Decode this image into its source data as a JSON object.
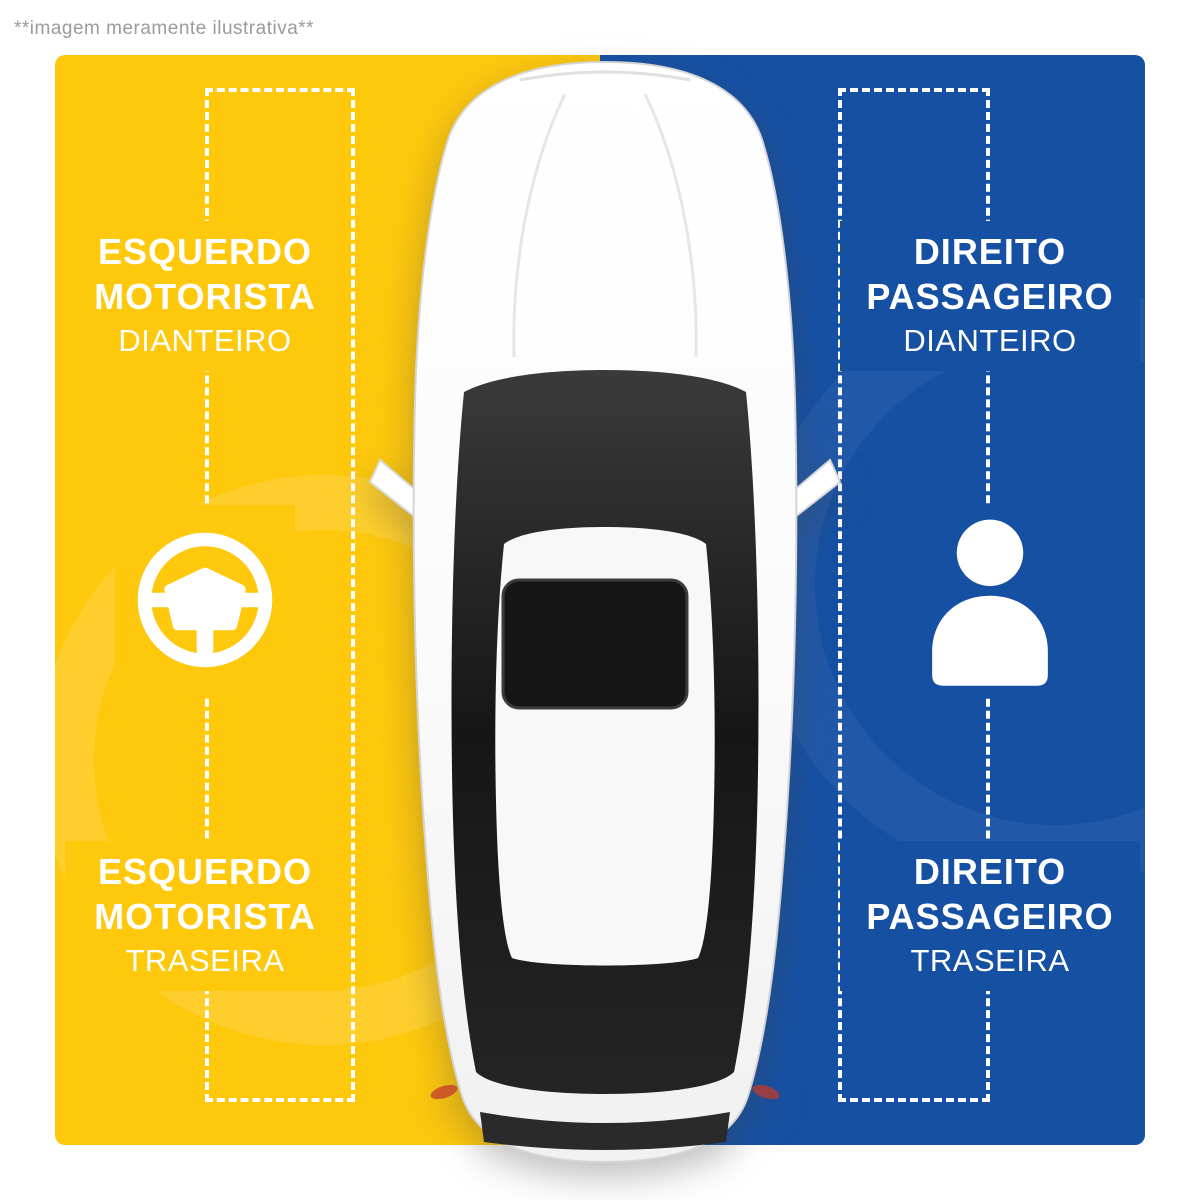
{
  "disclaimer": "**imagem meramente ilustrativa**",
  "panel": {
    "driver_side_color": "#FEC80D",
    "passenger_side_color": "#1650A3",
    "outline_color": "#FFFFFF",
    "text_color": "#FFFFFF"
  },
  "labels": {
    "driver_front": {
      "line1": "ESQUERDO",
      "line2": "MOTORISTA",
      "line3": "DIANTEIRO"
    },
    "driver_rear": {
      "line1": "ESQUERDO",
      "line2": "MOTORISTA",
      "line3": "TRASEIRA"
    },
    "passenger_front": {
      "line1": "DIREITO",
      "line2": "PASSAGEIRO",
      "line3": "DIANTEIRO"
    },
    "passenger_rear": {
      "line1": "DIREITO",
      "line2": "PASSAGEIRO",
      "line3": "TRASEIRA"
    }
  },
  "icons": {
    "driver": "steering-wheel-icon",
    "passenger": "person-icon",
    "center": "car-top-view"
  }
}
